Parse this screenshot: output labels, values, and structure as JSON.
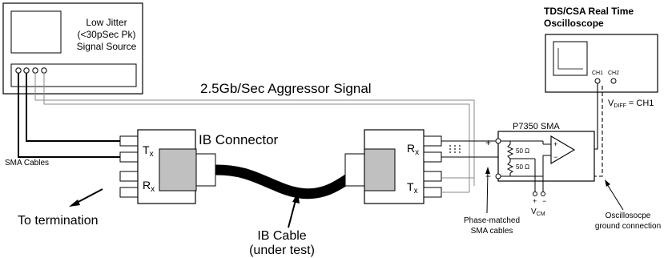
{
  "source_box": {
    "label_line1": "Low Jitter",
    "label_line2": "(<30pSec Pk)",
    "label_line3": "Signal Source"
  },
  "scope": {
    "title_line1": "TDS/CSA Real Time",
    "title_line2": "Oscilloscope",
    "ch1": "CH1",
    "ch2": "CH2",
    "vdiff_label": "V",
    "vdiff_sub": "DIFF",
    "vdiff_rest": "= CH1"
  },
  "aggressor_label": "2.5Gb/Sec Aggressor Signal",
  "connector_label": "IB Connector",
  "sma_cables_label": "SMA Cables",
  "left_connector": {
    "tx": "T",
    "tx_sub": "x",
    "rx": "R",
    "rx_sub": "x"
  },
  "right_connector": {
    "rx": "R",
    "rx_sub": "x",
    "tx": "T",
    "tx_sub": "x"
  },
  "termination_label": "To termination",
  "cable_label_line1": "IB Cable",
  "cable_label_line2": "(under test)",
  "probe": {
    "name": "P7350 SMA",
    "res1": "50 Ω",
    "res2": "50 Ω",
    "plus": "+",
    "minus": "−",
    "amp_plus": "+",
    "amp_minus": "−",
    "vcm_plus": "+",
    "vcm_minus": "−",
    "vcm": "V",
    "vcm_sub": "CM"
  },
  "phase_matched_line1": "Phase-matched",
  "phase_matched_line2": "SMA cables",
  "ground_line1": "Oscillosocpe",
  "ground_line2": "ground connection"
}
